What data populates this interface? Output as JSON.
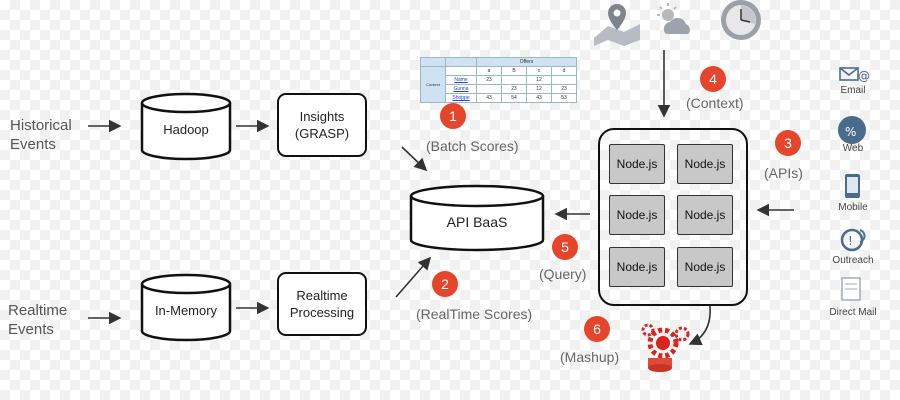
{
  "inputs": {
    "historical": [
      "Historical",
      "Events"
    ],
    "realtime": [
      "Realtime",
      "Events"
    ]
  },
  "stores": {
    "hadoop": "Hadoop",
    "in_memory": "In-Memory",
    "api_baas": "API BaaS"
  },
  "processors": {
    "insights": [
      "Insights",
      "(GRASP)"
    ],
    "realtime": [
      "Realtime",
      "Processing"
    ]
  },
  "steps": [
    {
      "num": "1",
      "label": "(Batch Scores)"
    },
    {
      "num": "2",
      "label": "(RealTime Scores)"
    },
    {
      "num": "3",
      "label": "(APIs)"
    },
    {
      "num": "4",
      "label": "(Context)"
    },
    {
      "num": "5",
      "label": "(Query)"
    },
    {
      "num": "6",
      "label": "(Mashup)"
    }
  ],
  "nodes": [
    "Node.js",
    "Node.js",
    "Node.js",
    "Node.js",
    "Node.js",
    "Node.js"
  ],
  "channels": [
    {
      "label": "Email",
      "icon": "email-icon"
    },
    {
      "label": "Web",
      "icon": "web-icon"
    },
    {
      "label": "Mobile",
      "icon": "mobile-icon"
    },
    {
      "label": "Outreach",
      "icon": "phone-icon"
    },
    {
      "label": "Direct Mail",
      "icon": "mail-icon"
    }
  ],
  "context_icons": [
    "map-pin-icon",
    "weather-icon",
    "clock-icon"
  ],
  "offers_table": {
    "title": "Offers",
    "row_header": "Context",
    "columns": [
      "a",
      "B",
      "c",
      "d"
    ],
    "rows": [
      {
        "name": "Name",
        "values": [
          "23",
          "",
          "12",
          ""
        ]
      },
      {
        "name": "Gunna",
        "values": [
          "",
          "23",
          "12",
          "23"
        ]
      },
      {
        "name": "Shoppe",
        "values": [
          "43",
          "54",
          "43",
          "53"
        ]
      }
    ]
  },
  "colors": {
    "badge": "#e5462b",
    "node": "#c8c8c8",
    "accent_red": "#d9231d"
  }
}
